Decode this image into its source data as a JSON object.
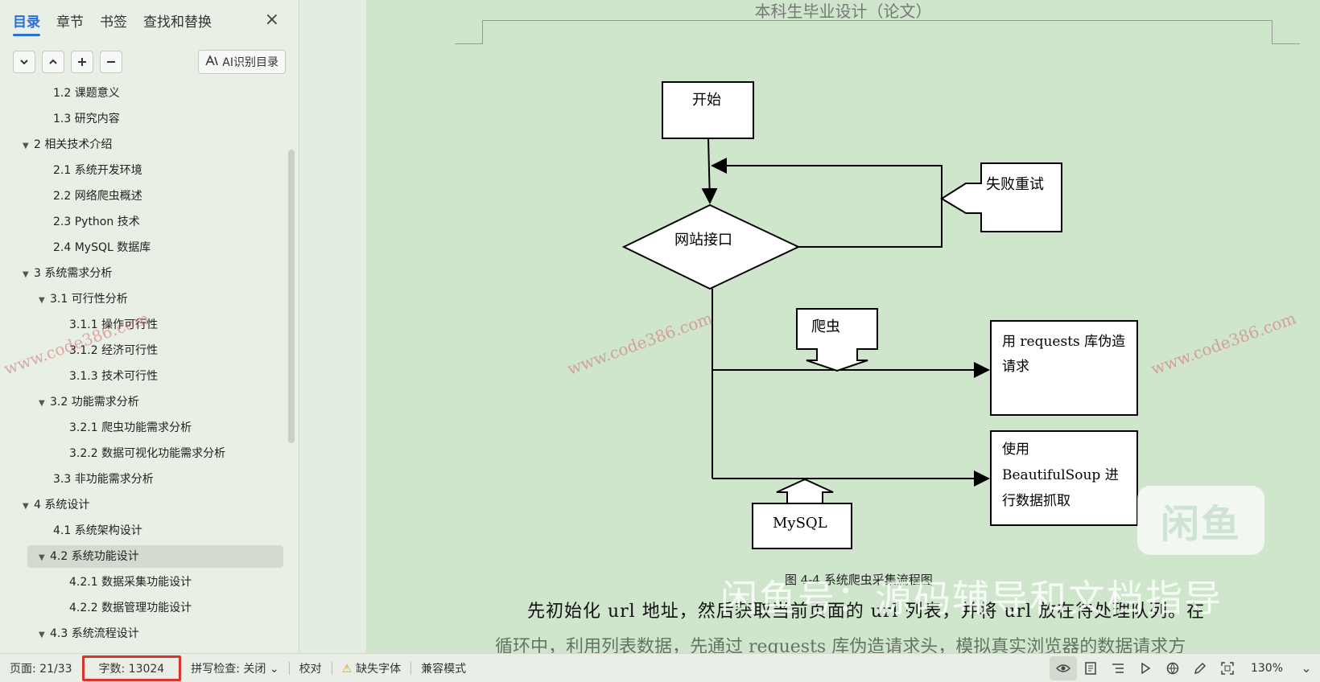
{
  "sidebar": {
    "tabs": [
      "目录",
      "章节",
      "书签",
      "查找和替换"
    ],
    "close_label": "×",
    "tool_buttons": [
      {
        "name": "collapse-button",
        "glyph": "⌄"
      },
      {
        "name": "expand-up-button",
        "glyph": "⌃"
      },
      {
        "name": "add-button",
        "glyph": "+"
      },
      {
        "name": "remove-button",
        "glyph": "−"
      }
    ],
    "ai_button_label": "AI识别目录",
    "toc": [
      {
        "label": "1.2  课题意义",
        "level": 2,
        "expandable": false,
        "selected": false
      },
      {
        "label": "1.3  研究内容",
        "level": 2,
        "expandable": false,
        "selected": false
      },
      {
        "label": "2  相关技术介绍",
        "level": 1,
        "expandable": true,
        "selected": false
      },
      {
        "label": "2.1  系统开发环境",
        "level": 2,
        "expandable": false,
        "selected": false
      },
      {
        "label": "2.2  网络爬虫概述",
        "level": 2,
        "expandable": false,
        "selected": false
      },
      {
        "label": "2.3 Python 技术",
        "level": 2,
        "expandable": false,
        "selected": false
      },
      {
        "label": "2.4 MySQL 数据库",
        "level": 2,
        "expandable": false,
        "selected": false
      },
      {
        "label": "3  系统需求分析",
        "level": 1,
        "expandable": true,
        "selected": false
      },
      {
        "label": "3.1  可行性分析",
        "level": 2,
        "expandable": true,
        "selected": false
      },
      {
        "label": "3.1.1 操作可行性",
        "level": 3,
        "expandable": false,
        "selected": false
      },
      {
        "label": "3.1.2 经济可行性",
        "level": 3,
        "expandable": false,
        "selected": false
      },
      {
        "label": "3.1.3 技术可行性",
        "level": 3,
        "expandable": false,
        "selected": false
      },
      {
        "label": "3.2  功能需求分析",
        "level": 2,
        "expandable": true,
        "selected": false
      },
      {
        "label": "3.2.1 爬虫功能需求分析",
        "level": 3,
        "expandable": false,
        "selected": false
      },
      {
        "label": "3.2.2 数据可视化功能需求分析",
        "level": 3,
        "expandable": false,
        "selected": false
      },
      {
        "label": "3.3  非功能需求分析",
        "level": 2,
        "expandable": false,
        "selected": false
      },
      {
        "label": "4  系统设计",
        "level": 1,
        "expandable": true,
        "selected": false
      },
      {
        "label": "4.1  系统架构设计",
        "level": 2,
        "expandable": false,
        "selected": false
      },
      {
        "label": "4.2  系统功能设计",
        "level": 2,
        "expandable": true,
        "selected": true
      },
      {
        "label": "4.2.1 数据采集功能设计",
        "level": 3,
        "expandable": false,
        "selected": false
      },
      {
        "label": "4.2.2 数据管理功能设计",
        "level": 3,
        "expandable": false,
        "selected": false
      },
      {
        "label": "4.3  系统流程设计",
        "level": 2,
        "expandable": true,
        "selected": false
      }
    ]
  },
  "document": {
    "header": "本科生毕业设计（论文）",
    "flowchart": {
      "start": "开始",
      "retry": "失败重试",
      "api": "网站接口",
      "crawler": "爬虫",
      "requests_line1": "用 requests 库伪造",
      "requests_line2": "请求",
      "bs_line1": "使用",
      "bs_line2": "BeautifulSoup  进",
      "bs_line3": "行数据抓取",
      "mysql": "MySQL"
    },
    "caption": "图 4-4   系统爬虫采集流程图",
    "paragraph_line1": "先初始化 url 地址，然后获取当前页面的 url 列表，并将 url 放在待处理队列。在",
    "paragraph_line2": "循环中，利用列表数据，先通过 requests 库伪造请求头，模拟真实浏览器的数据请求方"
  },
  "watermarks": {
    "site": "www.code386.com",
    "logo": "闲鱼",
    "banner": "闲鱼号：源码辅导和文档指导"
  },
  "statusbar": {
    "page": "页面: 21/33",
    "word_count": "字数: 13024",
    "spellcheck": "拼写检查: 关闭",
    "proofread": "校对",
    "missing_font": "缺失字体",
    "compat_mode": "兼容模式",
    "zoom": "130%"
  },
  "colors": {
    "accent": "#2a6fd6",
    "highlight_box": "#d9342b",
    "page_bg": "#cfe6cd"
  }
}
